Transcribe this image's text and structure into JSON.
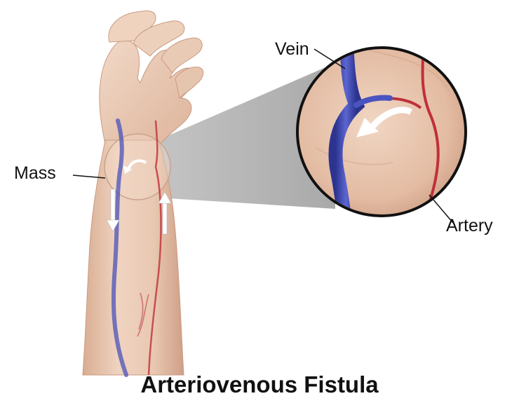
{
  "title": "Arteriovenous Fistula",
  "labels": {
    "vein": "Vein",
    "mass": "Mass",
    "artery": "Artery"
  },
  "colors": {
    "vein": "#3b44a8",
    "artery": "#c0303a",
    "skin": "#e6c2a8",
    "zoom_beam": "#b9b9b9"
  }
}
